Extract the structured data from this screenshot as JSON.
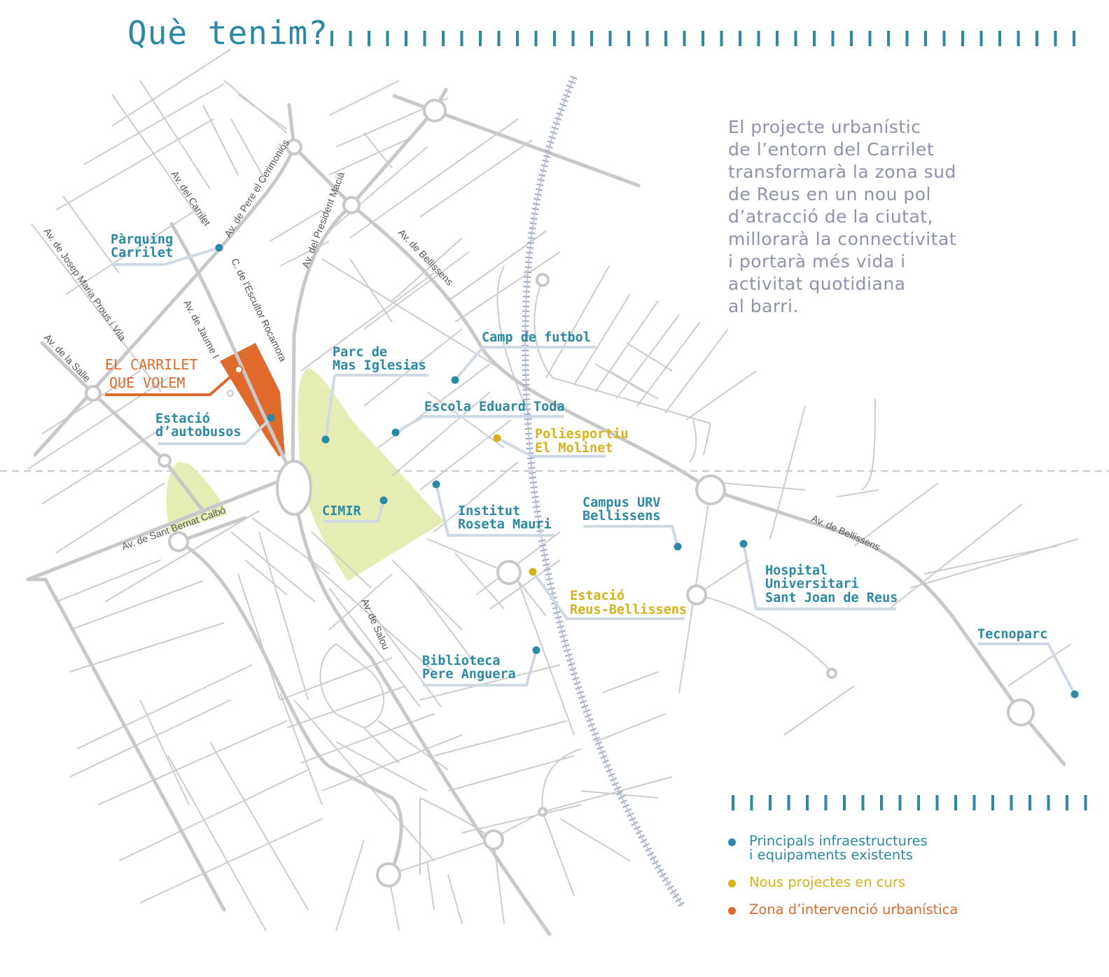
{
  "header": {
    "title": "Què tenim?"
  },
  "intro": {
    "lines": [
      "El projecte urbanístic",
      "de l’entorn del Carrilet",
      "transformarà la zona sud",
      "de Reus en un nou pol",
      "d’atracció de la ciutat,",
      "millorarà la connectivitat",
      "i portarà més vida i",
      "activitat quotidiana",
      "al barri."
    ]
  },
  "colors": {
    "accent": "#2a8aa6",
    "existing": "#2a8aa6",
    "project": "#d8b21a",
    "intervention": "#e06a2c",
    "park": "#e5edb4",
    "road": "#c8c8c8",
    "callout": "#cfd9e4"
  },
  "map": {
    "places": {
      "parquing": [
        "Pàrquing",
        "Carrilet"
      ],
      "carrilet": [
        "EL CARRILET",
        "QUE VOLEM"
      ],
      "autobusos": [
        "Estació",
        "d’autobusos"
      ],
      "parc": [
        "Parc de",
        "Mas Iglesias"
      ],
      "camp": [
        "Camp de futbol"
      ],
      "escola": [
        "Escola Eduard Toda"
      ],
      "poliesportiu": [
        "Poliesportiu",
        "El Molinet"
      ],
      "cimir": [
        "CIMIR"
      ],
      "institut": [
        "Institut",
        "Roseta Mauri"
      ],
      "campus": [
        "Campus URV",
        "Bellissens"
      ],
      "hospital": [
        "Hospital",
        "Universitari",
        "Sant Joan de Reus"
      ],
      "estacio_rb": [
        "Estació",
        "Reus-Bellissens"
      ],
      "biblioteca": [
        "Biblioteca",
        "Pere Anguera"
      ],
      "tecnoparc": [
        "Tecnoparc"
      ]
    },
    "streets": {
      "carrilet": "Av. del Carrilet",
      "cerimonios": "Av. de Pere el Cerimoniós",
      "prous": "Av. de Josep Maria Prous i Vila",
      "escultor": "C. de l'Escultor Rocamora",
      "jaume": "Av. de Jaume I",
      "salle": "Av. de la Salle",
      "president": "Av. del President Macià",
      "bellissens1": "Av. de Bellissens",
      "bellissens2": "Av. de Bellissens",
      "bernat": "Av. de Sant Bernat Calbó",
      "salou": "Av. de Salou"
    }
  },
  "legend": {
    "items": [
      {
        "lines": [
          "Principals infraestructures",
          "i equipaments existents"
        ],
        "color": "#2a8aa6"
      },
      {
        "lines": [
          "Nous projectes en curs"
        ],
        "color": "#d8b21a"
      },
      {
        "lines": [
          "Zona d’intervenció urbanística"
        ],
        "color": "#e06a2c"
      }
    ]
  }
}
